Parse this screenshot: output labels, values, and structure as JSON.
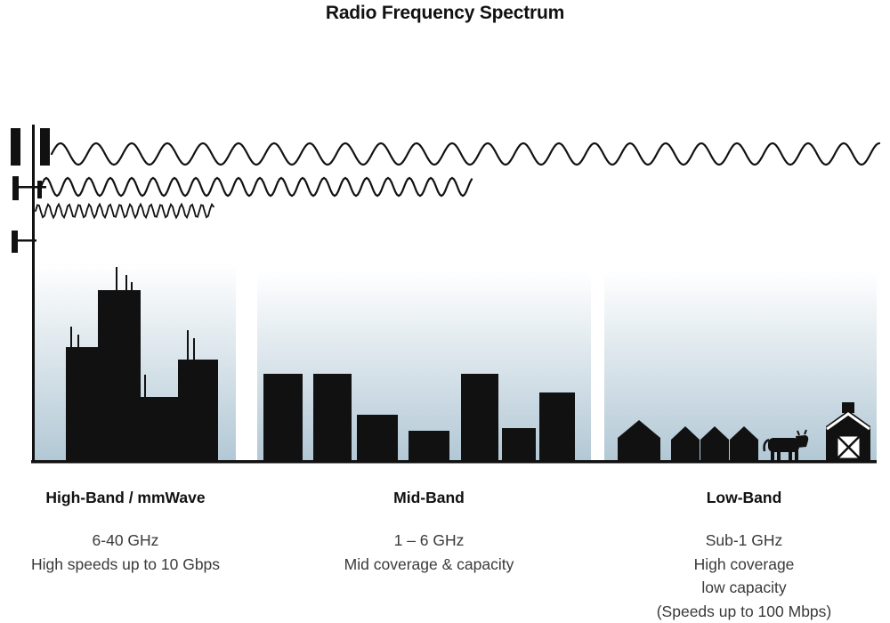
{
  "title": "Radio Frequency Spectrum",
  "bands": [
    {
      "id": "high-band",
      "label": "High-Band / mmWave",
      "frequency": "6-40 GHz",
      "descriptions": [
        "High speeds up to 10 Gbps"
      ]
    },
    {
      "id": "mid-band",
      "label": "Mid-Band",
      "frequency": "1 – 6 GHz",
      "descriptions": [
        "Mid coverage & capacity"
      ]
    },
    {
      "id": "low-band",
      "label": "Low-Band",
      "frequency": "Sub-1 GHz",
      "descriptions": [
        "High coverage",
        "low capacity",
        "(Speeds up to 100 Mbps)"
      ]
    }
  ],
  "colors": {
    "silhouette": "#111111",
    "text": "#3a3a3a",
    "sky_gradient_top": "#ffffff",
    "sky_gradient_bottom": "#b2c8d5"
  }
}
